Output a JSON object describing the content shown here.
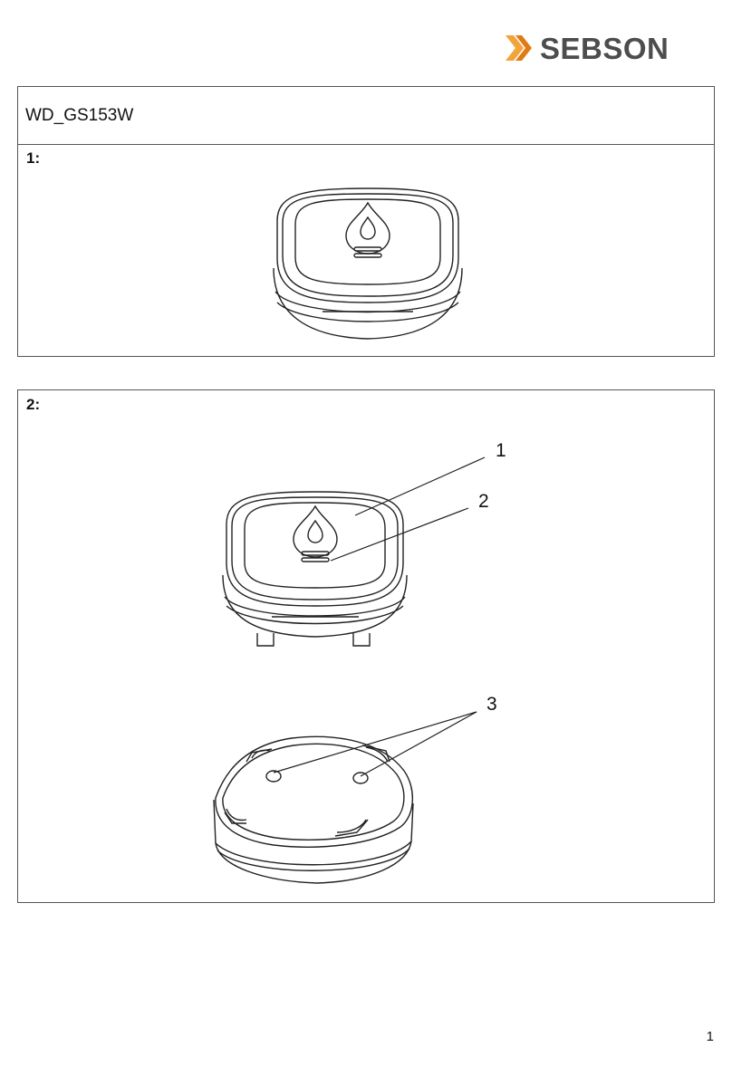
{
  "header": {
    "brand": "SEBSON"
  },
  "model": "WD_GS153W",
  "figure1": {
    "label": "1:"
  },
  "figure2": {
    "label": "2:",
    "callouts": [
      "1",
      "2",
      "3"
    ]
  },
  "page_number": "1"
}
